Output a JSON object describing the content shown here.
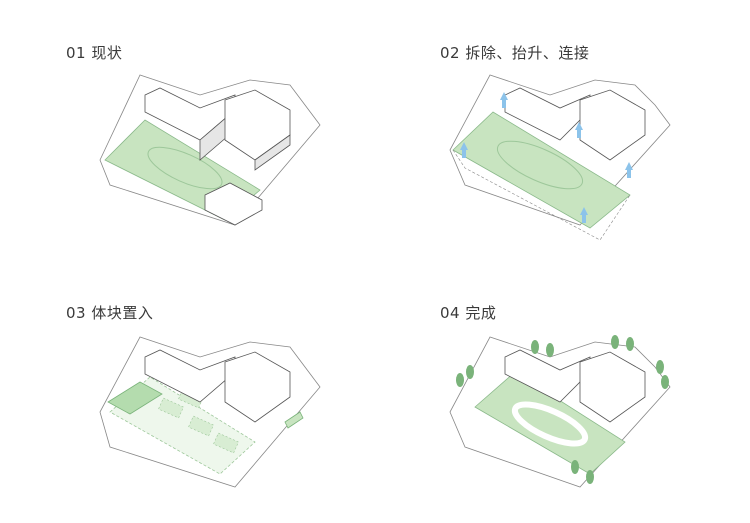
{
  "steps": [
    {
      "label": "01 现状"
    },
    {
      "label": "02 拆除、抬升、连接"
    },
    {
      "label": "03 体块置入"
    },
    {
      "label": "04 完成"
    }
  ],
  "colors": {
    "field_green": "#c8e4c0",
    "field_stroke": "#9dc79a",
    "arrow_blue": "#8cc3ea",
    "tree_green": "#7ab37a",
    "building_top": "#ffffff",
    "building_side": "#e6e6e6",
    "line": "#555555"
  }
}
